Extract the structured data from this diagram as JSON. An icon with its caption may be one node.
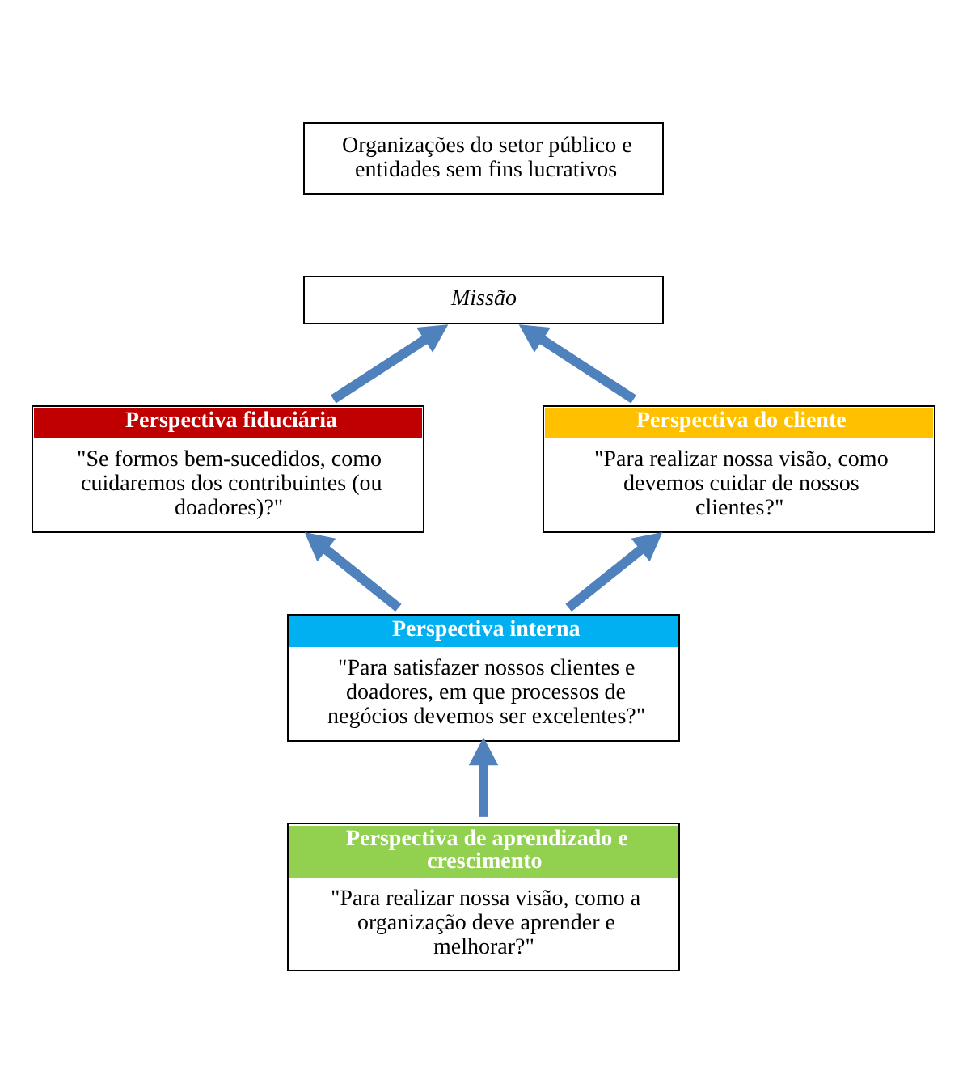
{
  "diagram": {
    "nodes": [
      {
        "text": [
          "Organizações do setor público e entidades sem fins lucrativos"
        ]
      },
      {
        "text": [
          "Missão"
        ]
      },
      {
        "text": [
          "Perspectiva fiduciária",
          "\"Se formos bem-sucedidos, como cuidaremos dos contribuintes (ou doadores)?\""
        ]
      },
      {
        "text": [
          "Perspectiva do cliente",
          "\"Para realizar nossa visão, como devemos cuidar de nossos clientes?\""
        ]
      },
      {
        "text": [
          "Perspectiva interna",
          "\"Para satisfazer nossos clientes e doadores, em que processos de negócios devemos ser excelentes?\""
        ]
      },
      {
        "text": [
          "Perspectiva de aprendizado e crescimento",
          "\"Para realizar nossa visão, como a organização deve aprender e melhorar?\""
        ]
      }
    ],
    "edges": [
      {
        "from": 5,
        "to": 4,
        "arrow": "to"
      },
      {
        "from": 4,
        "to": 2,
        "arrow": "to"
      },
      {
        "from": 4,
        "to": 3,
        "arrow": "to"
      },
      {
        "from": 2,
        "to": 1,
        "arrow": "to"
      },
      {
        "from": 3,
        "to": 1,
        "arrow": "to"
      }
    ]
  }
}
